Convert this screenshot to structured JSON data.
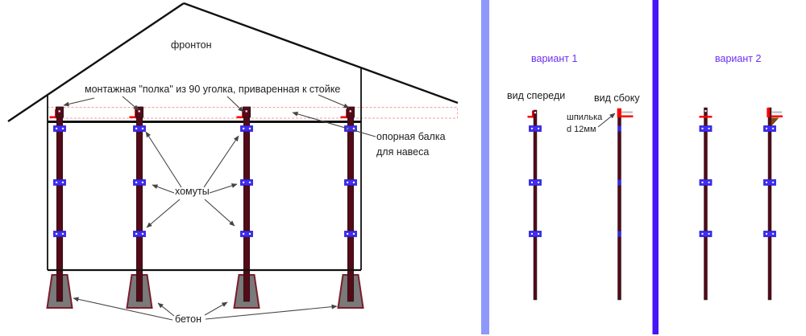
{
  "diagram": {
    "main": {
      "labels": {
        "gable": "фронтон",
        "shelf": "монтажная \"полка\" из 90 уголка, приваренная к стойке",
        "beam_line1": "опорная балка",
        "beam_line2": "для навеса",
        "clamps": "хомуты",
        "concrete": "бетон"
      }
    },
    "variant1": {
      "title": "вариант 1",
      "front_view": "вид спереди",
      "side_view": "вид сбоку",
      "stud_line1": "шпилька",
      "stud_line2": "d 12мм"
    },
    "variant2": {
      "title": "вариант 2"
    }
  },
  "colors": {
    "post_maroon": "#550a18",
    "clamp_blue": "#3e2cf2",
    "clamp_mark_blue": "#2d2cf0",
    "accent_red": "#ff0000",
    "steel_gray": "#bbbbbb",
    "concrete_fill": "#7a7a7a",
    "concrete_border": "#7b1d2b",
    "pink_guide": "#f2a2a2",
    "divider_light": "#8d98fa",
    "divider_dark": "#4714f4",
    "variant_text": "#6b2ff2",
    "outline_black": "#111111",
    "arrow_gray": "#444444",
    "bracket_brown": "#7b4a10"
  }
}
